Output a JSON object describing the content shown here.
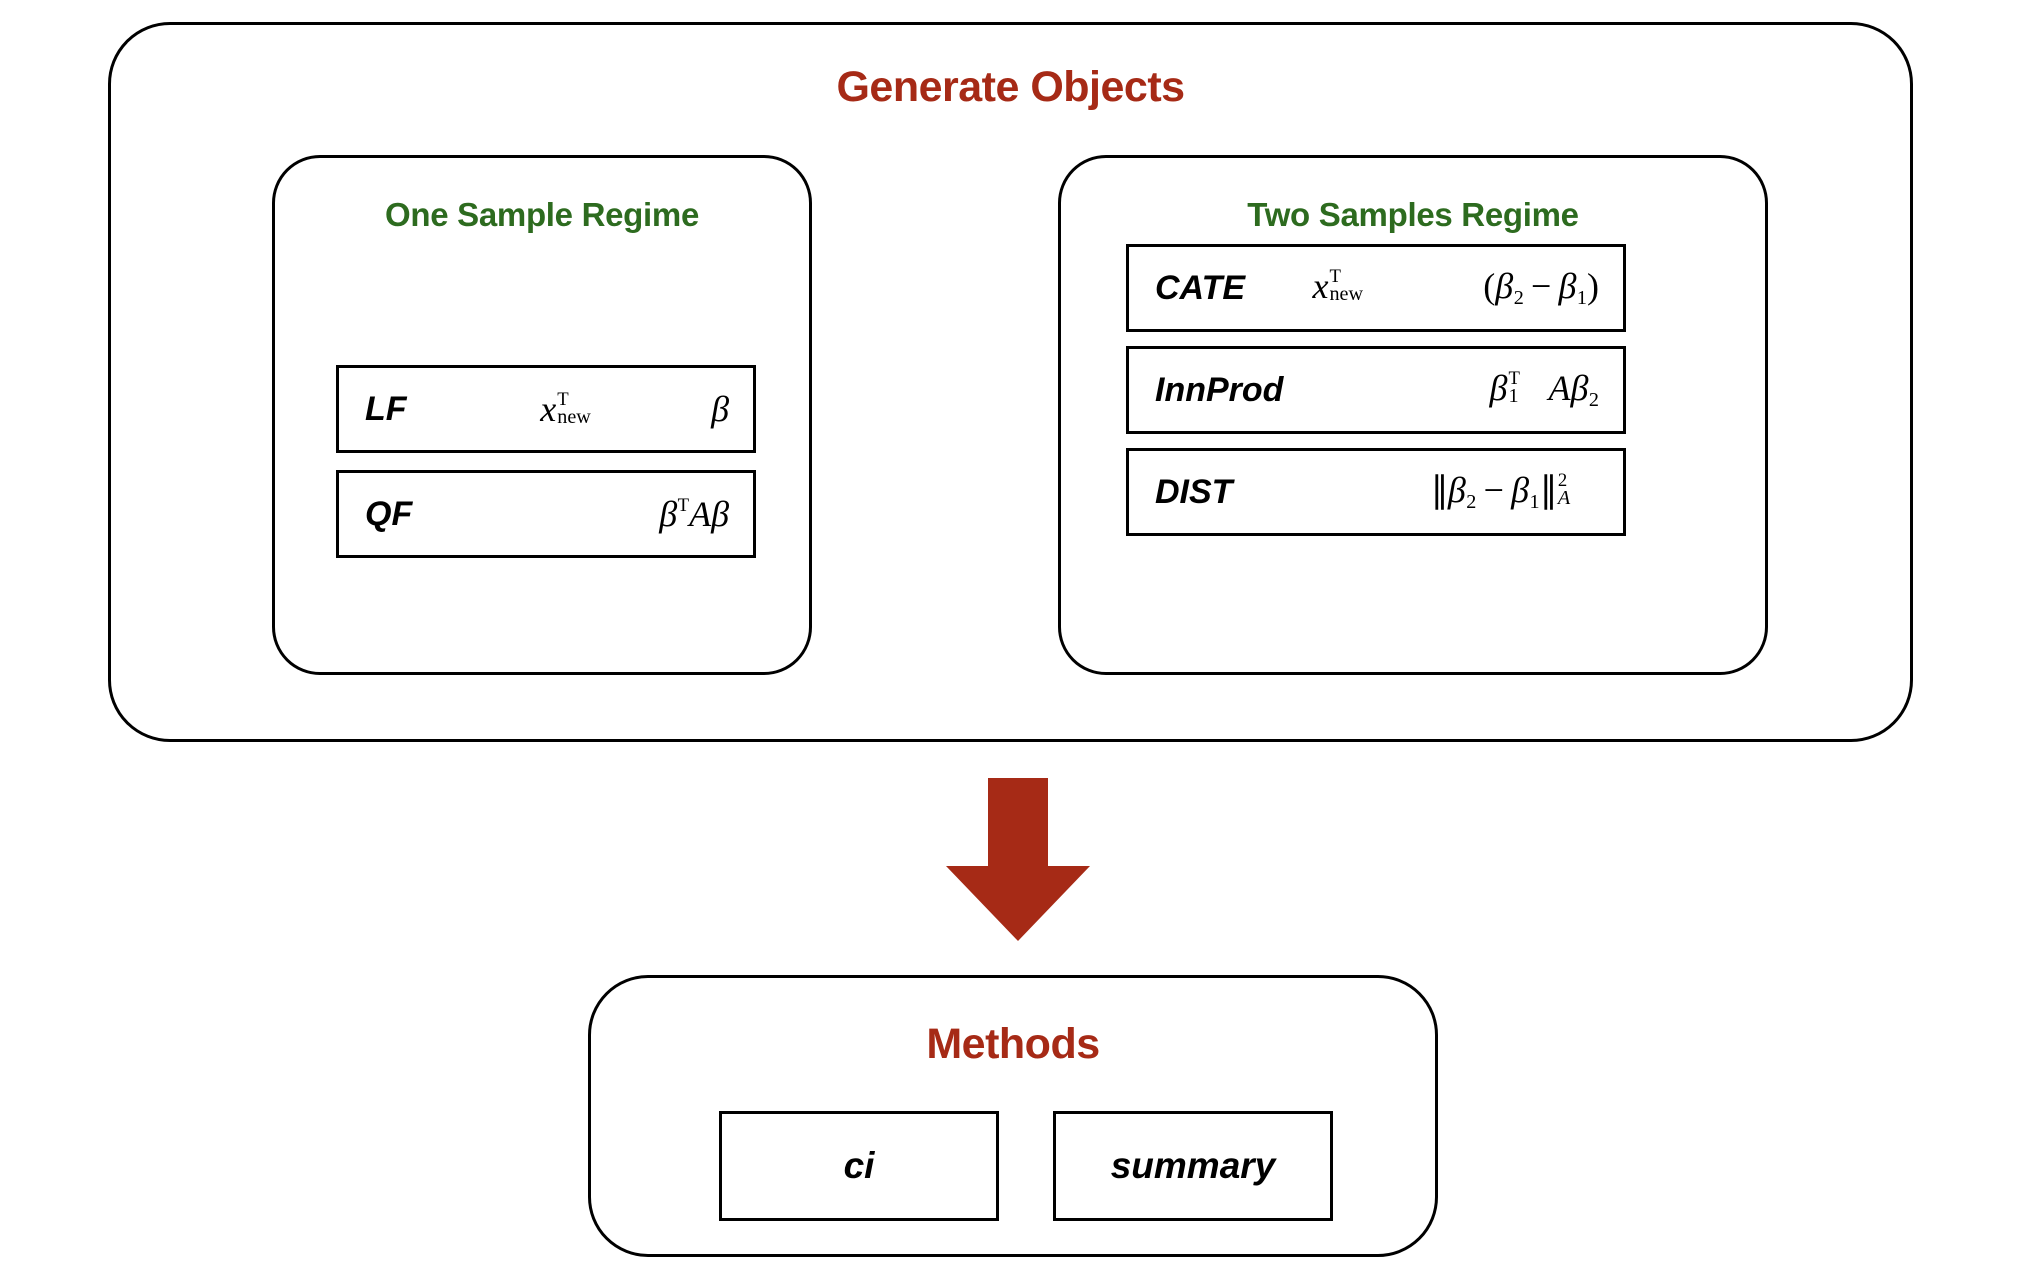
{
  "diagram": {
    "title": "Generate Objects",
    "title_color": "#A62A16",
    "regime_title_color": "#2D6B1F",
    "arrow_color": "#A62A16",
    "border_color": "#000000",
    "background": "#ffffff"
  },
  "generate_objects": {
    "title": "Generate Objects",
    "panels": [
      {
        "title": "One Sample Regime",
        "objects": [
          {
            "label": "LF",
            "formula": "x_new^T β"
          },
          {
            "label": "QF",
            "formula": "β^T A β"
          }
        ]
      },
      {
        "title": "Two Samples Regime",
        "objects": [
          {
            "label": "CATE",
            "formula": "x_new^T (β_2 − β_1)"
          },
          {
            "label": "InnProd",
            "formula": "β_1^T A β_2"
          },
          {
            "label": "DIST",
            "formula": "‖β_2 − β_1‖_A^2"
          }
        ]
      }
    ]
  },
  "arrow": {
    "direction": "down",
    "color": "#A62A16"
  },
  "methods": {
    "title": "Methods",
    "items": [
      {
        "label": "ci"
      },
      {
        "label": "summary"
      }
    ]
  }
}
